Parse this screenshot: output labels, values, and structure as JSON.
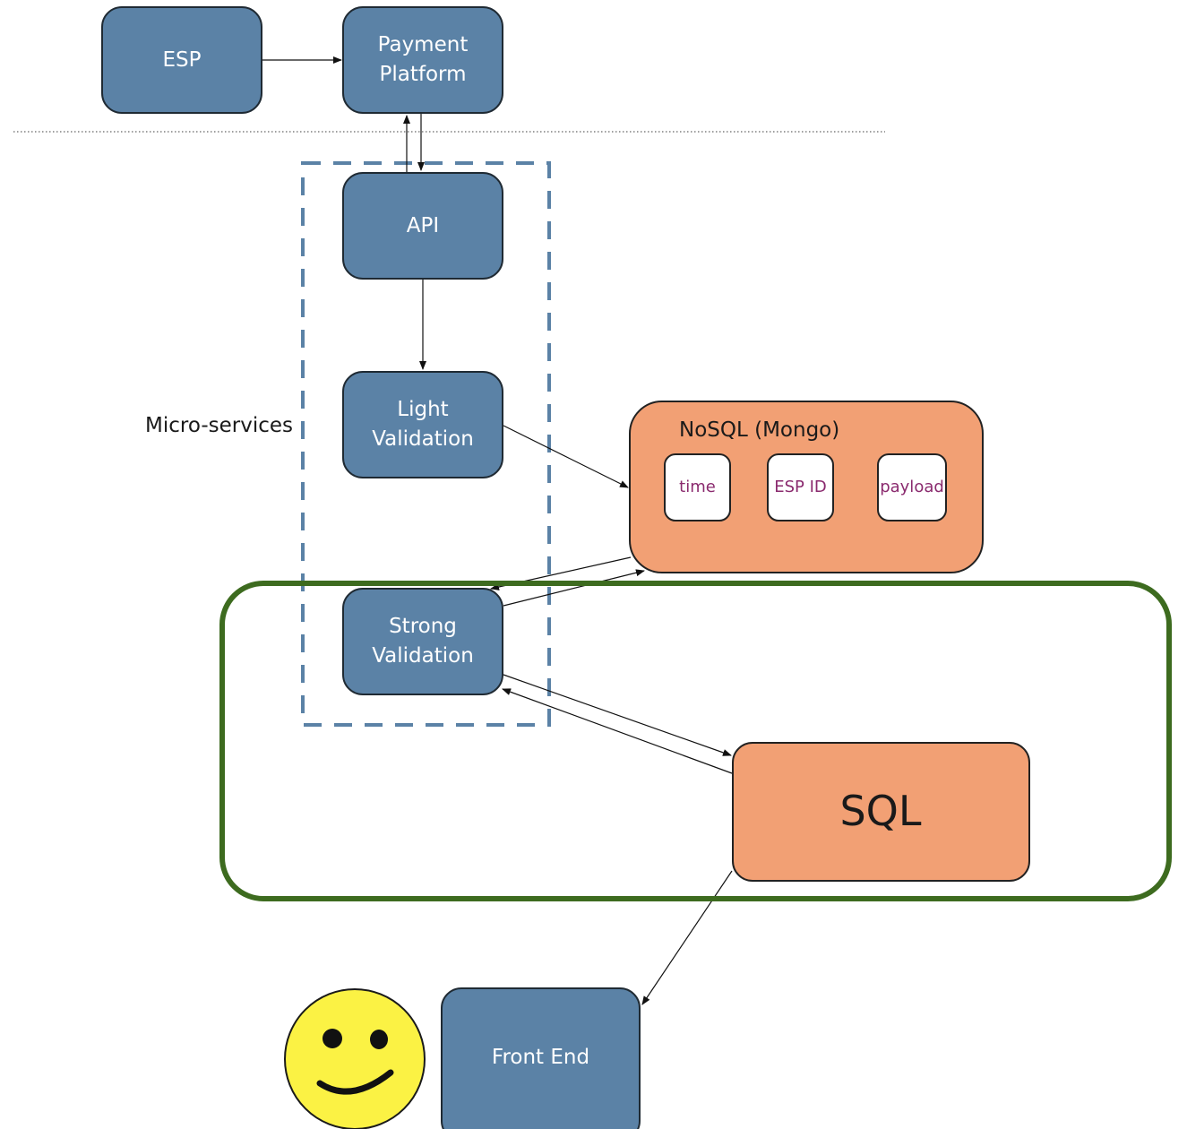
{
  "nodes": {
    "esp": "ESP",
    "payment_platform": [
      "Payment",
      "Platform"
    ],
    "api": "API",
    "light_validation": [
      "Light",
      "Validation"
    ],
    "strong_validation": [
      "Strong",
      "Validation"
    ],
    "nosql": "NoSQL (Mongo)",
    "nosql_fields": [
      "time",
      "ESP ID",
      "payload"
    ],
    "sql": "SQL",
    "front_end": "Front End"
  },
  "group_label": "Micro-services",
  "colors": {
    "service_blue": "#5b82a6",
    "database_orange": "#f2a074",
    "highlight_green": "#3d6b1f",
    "group_dash": "#5b82a6",
    "smiley_yellow": "#fbf244",
    "field_text_purple": "#8a2a6e"
  },
  "icons": {
    "user": "smiley-face-icon"
  }
}
